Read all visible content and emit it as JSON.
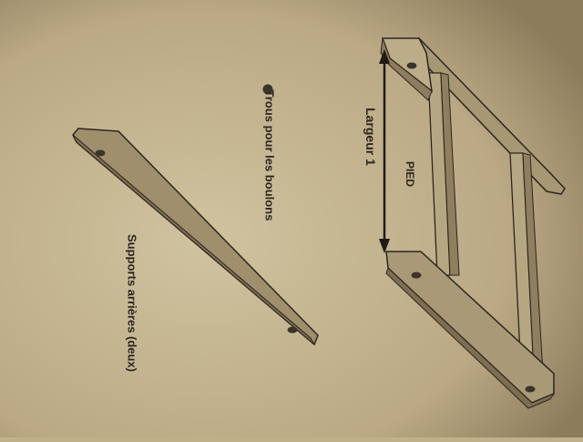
{
  "labels": {
    "bolt_holes": "Trous pour les boulons",
    "rear_supports": "Supports arrières (deux)",
    "leg": "PIED",
    "width": "Largeur 1"
  },
  "icons": {
    "bullet": "bullet-dot-icon",
    "rear_support": "rear-support-drawing",
    "leg_frame": "leg-frame-drawing",
    "dimension_arrow": "dimension-arrow-icon"
  },
  "colors": {
    "paper": "#c7b994",
    "wood_top": "#b4a47f",
    "wood_face": "#9c8b69",
    "ink": "#2b2620",
    "hole": "#3a342c"
  }
}
